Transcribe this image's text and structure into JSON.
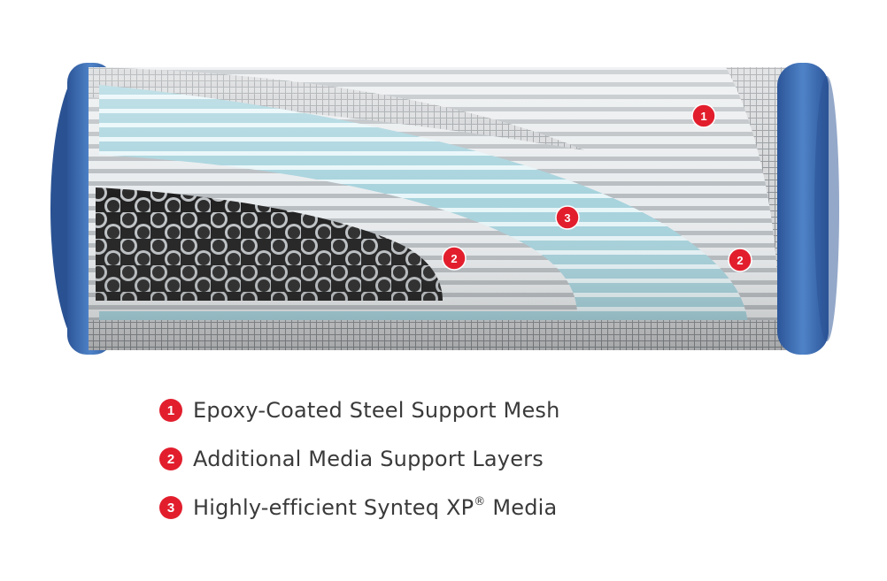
{
  "callouts": [
    {
      "number": "1",
      "target": "steel-mesh"
    },
    {
      "number": "2",
      "target": "support-layer-inner"
    },
    {
      "number": "3",
      "target": "synteq-media"
    },
    {
      "number": "2",
      "target": "support-layer-outer"
    }
  ],
  "legend": [
    {
      "number": "1",
      "text": "Epoxy-Coated Steel Support Mesh",
      "superscript": "",
      "suffix": ""
    },
    {
      "number": "2",
      "text": "Additional Media Support Layers",
      "superscript": "",
      "suffix": ""
    },
    {
      "number": "3",
      "text": "Highly-efficient Synteq XP",
      "superscript": "®",
      "suffix": " Media"
    }
  ],
  "colors": {
    "badge": "#e21e2d",
    "end_cap": "#3d6fb8",
    "mesh": "#c9cbcd",
    "media": "#a9d6e0",
    "core": "#2b2b2b"
  }
}
